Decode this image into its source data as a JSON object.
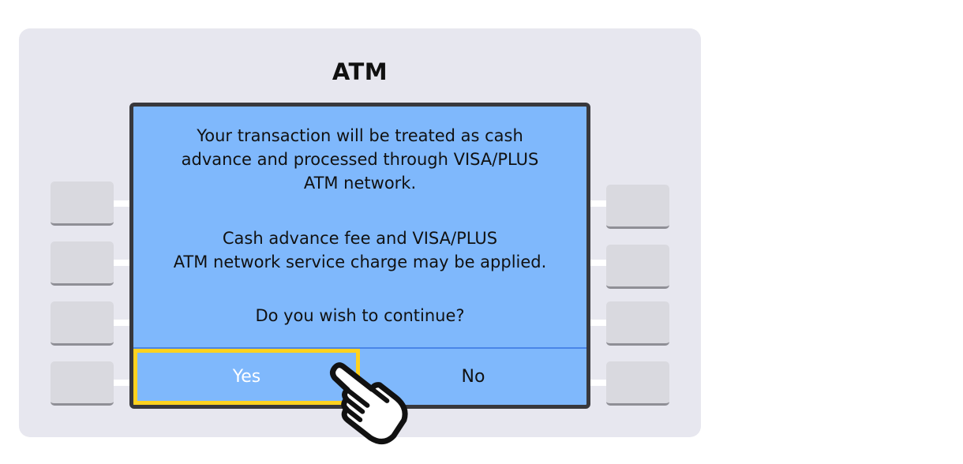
{
  "atm": {
    "title": "ATM"
  },
  "screen": {
    "message_lines_1": [
      "Your transaction will be treated as cash",
      "advance and processed through VISA/PLUS",
      "ATM network."
    ],
    "message_lines_2": [
      "Cash advance fee and VISA/PLUS",
      "ATM network service charge may be applied."
    ],
    "question": "Do you wish to continue?",
    "yes_label": "Yes",
    "no_label": "No"
  },
  "colors": {
    "screen_bg": "#7fb8fc",
    "highlight": "#ffd21f",
    "atm_body": "#e7e7ef"
  },
  "icons": {
    "pointer": "pointing-hand-icon"
  }
}
